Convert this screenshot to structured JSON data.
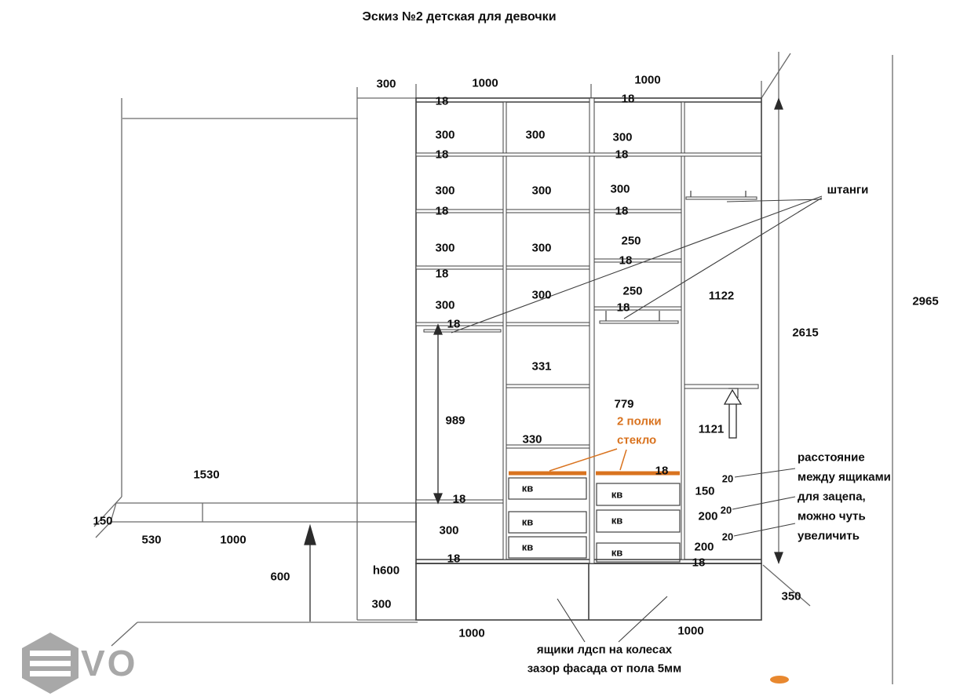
{
  "title": "Эскиз №2 детская для девочки",
  "top": {
    "w300": "300",
    "w1000a": "1000",
    "w1000b": "1000"
  },
  "room": {
    "d1530": "1530",
    "d150": "150",
    "d530": "530",
    "d1000": "1000",
    "d600": "600"
  },
  "cabinet": {
    "h600": "h600",
    "d300": "300"
  },
  "s1l": [
    "18",
    "300",
    "18",
    "300",
    "18",
    "300",
    "18",
    "300",
    "18",
    "989",
    "18",
    "300",
    "18"
  ],
  "s1m": [
    "300",
    "300",
    "300",
    "300",
    "331",
    "330"
  ],
  "s1kv": [
    "кв",
    "кв",
    "кв"
  ],
  "s2l": [
    "18",
    "300",
    "18",
    "300",
    "18",
    "250",
    "18",
    "250",
    "18",
    "779",
    "18"
  ],
  "s2kv": [
    "кв",
    "кв",
    "кв"
  ],
  "s2r": {
    "upper": "1122",
    "lower": "1121",
    "d150": "150",
    "d200a": "200",
    "d200b": "200",
    "b18": "18",
    "gaps": [
      "20",
      "20",
      "20"
    ]
  },
  "rightDims": {
    "h2615": "2615",
    "h2965": "2965",
    "base350": "350"
  },
  "ann": {
    "rods": "штанги",
    "glass1": "2 полки",
    "glass2": "стекло",
    "spacing": [
      "расстояние",
      "между ящиками",
      "для зацепа,",
      "можно чуть",
      "увеличить"
    ],
    "baseA": "1000",
    "baseB": "1000",
    "note1": "ящики лдсп на колесах",
    "note2": "зазор фасада от пола 5мм"
  },
  "logo": "VO",
  "colors": {
    "accent": "#d9731f",
    "line": "#454545",
    "watermark": "#a8a8a8"
  }
}
